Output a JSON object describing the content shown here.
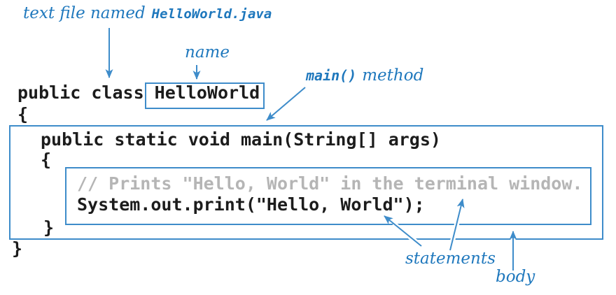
{
  "colors": {
    "accent_blue": "#3e8cca",
    "label_blue": "#1f78bd",
    "code_black": "#1c1c1c",
    "comment_gray": "#b5b5b5",
    "background": "#ffffff"
  },
  "labels": {
    "file_prefix": "text file named",
    "file_name": "HelloWorld.java",
    "name": "name",
    "main_mono": "main()",
    "main_suffix": "method",
    "statements": "statements",
    "body": "body"
  },
  "code": {
    "lines": [
      "public class HelloWorld",
      "{",
      "public static void main(String[] args)",
      "{",
      "// Prints \"Hello, World\" in the terminal window.",
      "System.out.print(\"Hello, World\");",
      "}",
      "}"
    ]
  }
}
